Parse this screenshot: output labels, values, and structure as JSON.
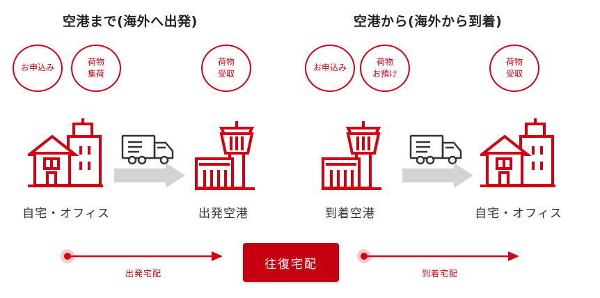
{
  "colors": {
    "accent": "#d40011",
    "arrow_gray": "#cccccc",
    "button_bg": "#c70010"
  },
  "sections": {
    "to_airport": {
      "title": "空港まで(海外へ出発)",
      "bubbles": [
        {
          "line1": "お申込み",
          "line2": ""
        },
        {
          "line1": "荷物",
          "line2": "集荷"
        },
        {
          "line1": "荷物",
          "line2": "受取"
        }
      ],
      "from_label": "自宅・オフィス",
      "to_label": "出発空港",
      "service_label": "出発宅配"
    },
    "from_airport": {
      "title": "空港から(海外から到着)",
      "bubbles": [
        {
          "line1": "お申込み",
          "line2": ""
        },
        {
          "line1": "荷物",
          "line2": "お預け"
        },
        {
          "line1": "荷物",
          "line2": "受取"
        }
      ],
      "from_label": "到着空港",
      "to_label": "自宅・オフィス",
      "service_label": "到着宅配"
    }
  },
  "round_trip_button": "往復宅配",
  "icons": [
    "house-building-icon",
    "truck-icon",
    "arrow-icon",
    "airport-tower-icon"
  ]
}
